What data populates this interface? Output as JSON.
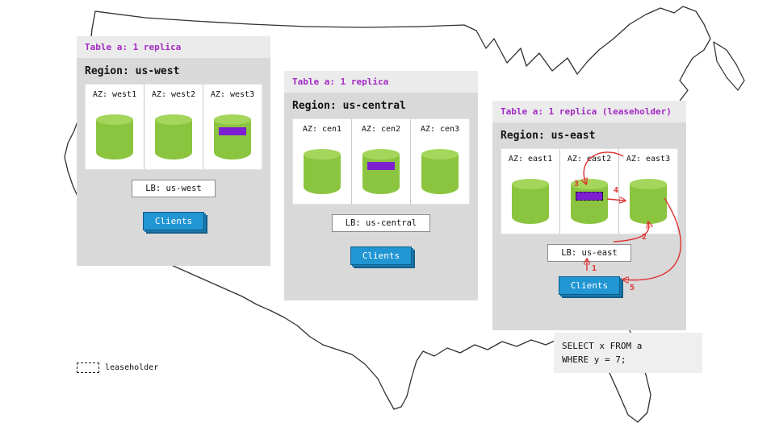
{
  "colors": {
    "accent_purple": "#a22ac4",
    "replica_band": "#7d1fd1",
    "cylinder_green": "#8bc53f",
    "cylinder_green_top": "#a4d65c",
    "clients_blue": "#2196d3",
    "arrow_red": "#e03131"
  },
  "legend": {
    "label": "leaseholder"
  },
  "sql_box": {
    "line1": "SELECT x FROM a",
    "line2": "WHERE y = 7;"
  },
  "east_flow": {
    "steps": [
      "1",
      "2",
      "3",
      "4",
      "5"
    ]
  },
  "regions": [
    {
      "header": "Table a: 1 replica",
      "title": "Region: us-west",
      "azs": [
        {
          "label": "AZ: west1",
          "replica": false,
          "leaseholder": false
        },
        {
          "label": "AZ: west2",
          "replica": false,
          "leaseholder": false
        },
        {
          "label": "AZ: west3",
          "replica": true,
          "leaseholder": false
        }
      ],
      "lb_label": "LB: us-west",
      "clients_label": "Clients"
    },
    {
      "header": "Table a: 1 replica",
      "title": "Region: us-central",
      "azs": [
        {
          "label": "AZ: cen1",
          "replica": false,
          "leaseholder": false
        },
        {
          "label": "AZ: cen2",
          "replica": true,
          "leaseholder": false
        },
        {
          "label": "AZ: cen3",
          "replica": false,
          "leaseholder": false
        }
      ],
      "lb_label": "LB: us-central",
      "clients_label": "Clients"
    },
    {
      "header": "Table a: 1 replica (leaseholder)",
      "title": "Region: us-east",
      "azs": [
        {
          "label": "AZ: east1",
          "replica": false,
          "leaseholder": false
        },
        {
          "label": "AZ: east2",
          "replica": true,
          "leaseholder": true
        },
        {
          "label": "AZ: east3",
          "replica": false,
          "leaseholder": false
        }
      ],
      "lb_label": "LB: us-east",
      "clients_label": "Clients"
    }
  ]
}
